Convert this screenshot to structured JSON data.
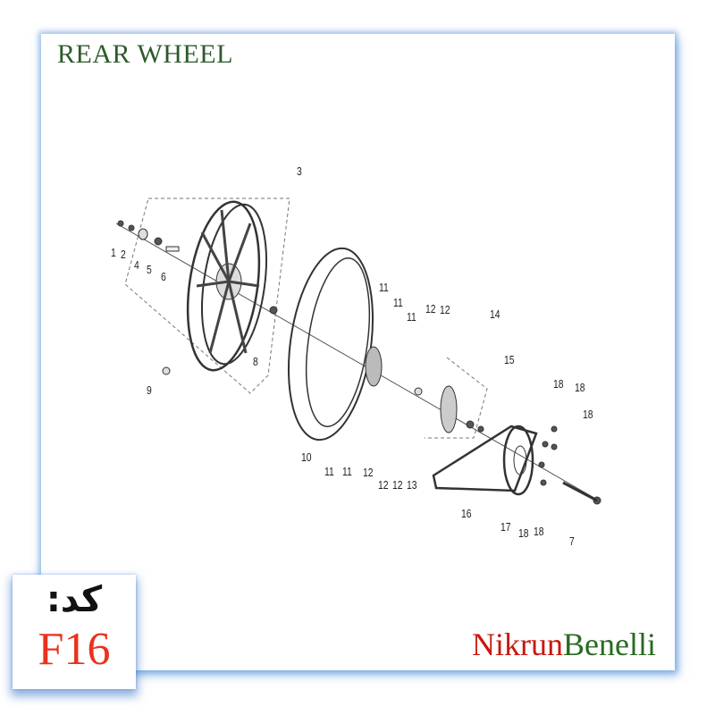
{
  "title": "REAR WHEEL",
  "brand": {
    "part1": "Nikrun",
    "part2": "Benelli"
  },
  "code": {
    "label": "کد:",
    "value": "F16"
  },
  "colors": {
    "title": "#2d5a2d",
    "brand_red": "#c8180e",
    "brand_green": "#2a6a22",
    "code": "#e8321c",
    "shadow": "#5a96dc"
  },
  "callouts": [
    "3",
    "1",
    "2",
    "4",
    "5",
    "6",
    "8",
    "9",
    "10",
    "11",
    "11",
    "11",
    "11",
    "11",
    "12",
    "12",
    "14",
    "15",
    "12",
    "12",
    "12",
    "13",
    "16",
    "17",
    "18",
    "18",
    "7",
    "18",
    "18",
    "18"
  ]
}
